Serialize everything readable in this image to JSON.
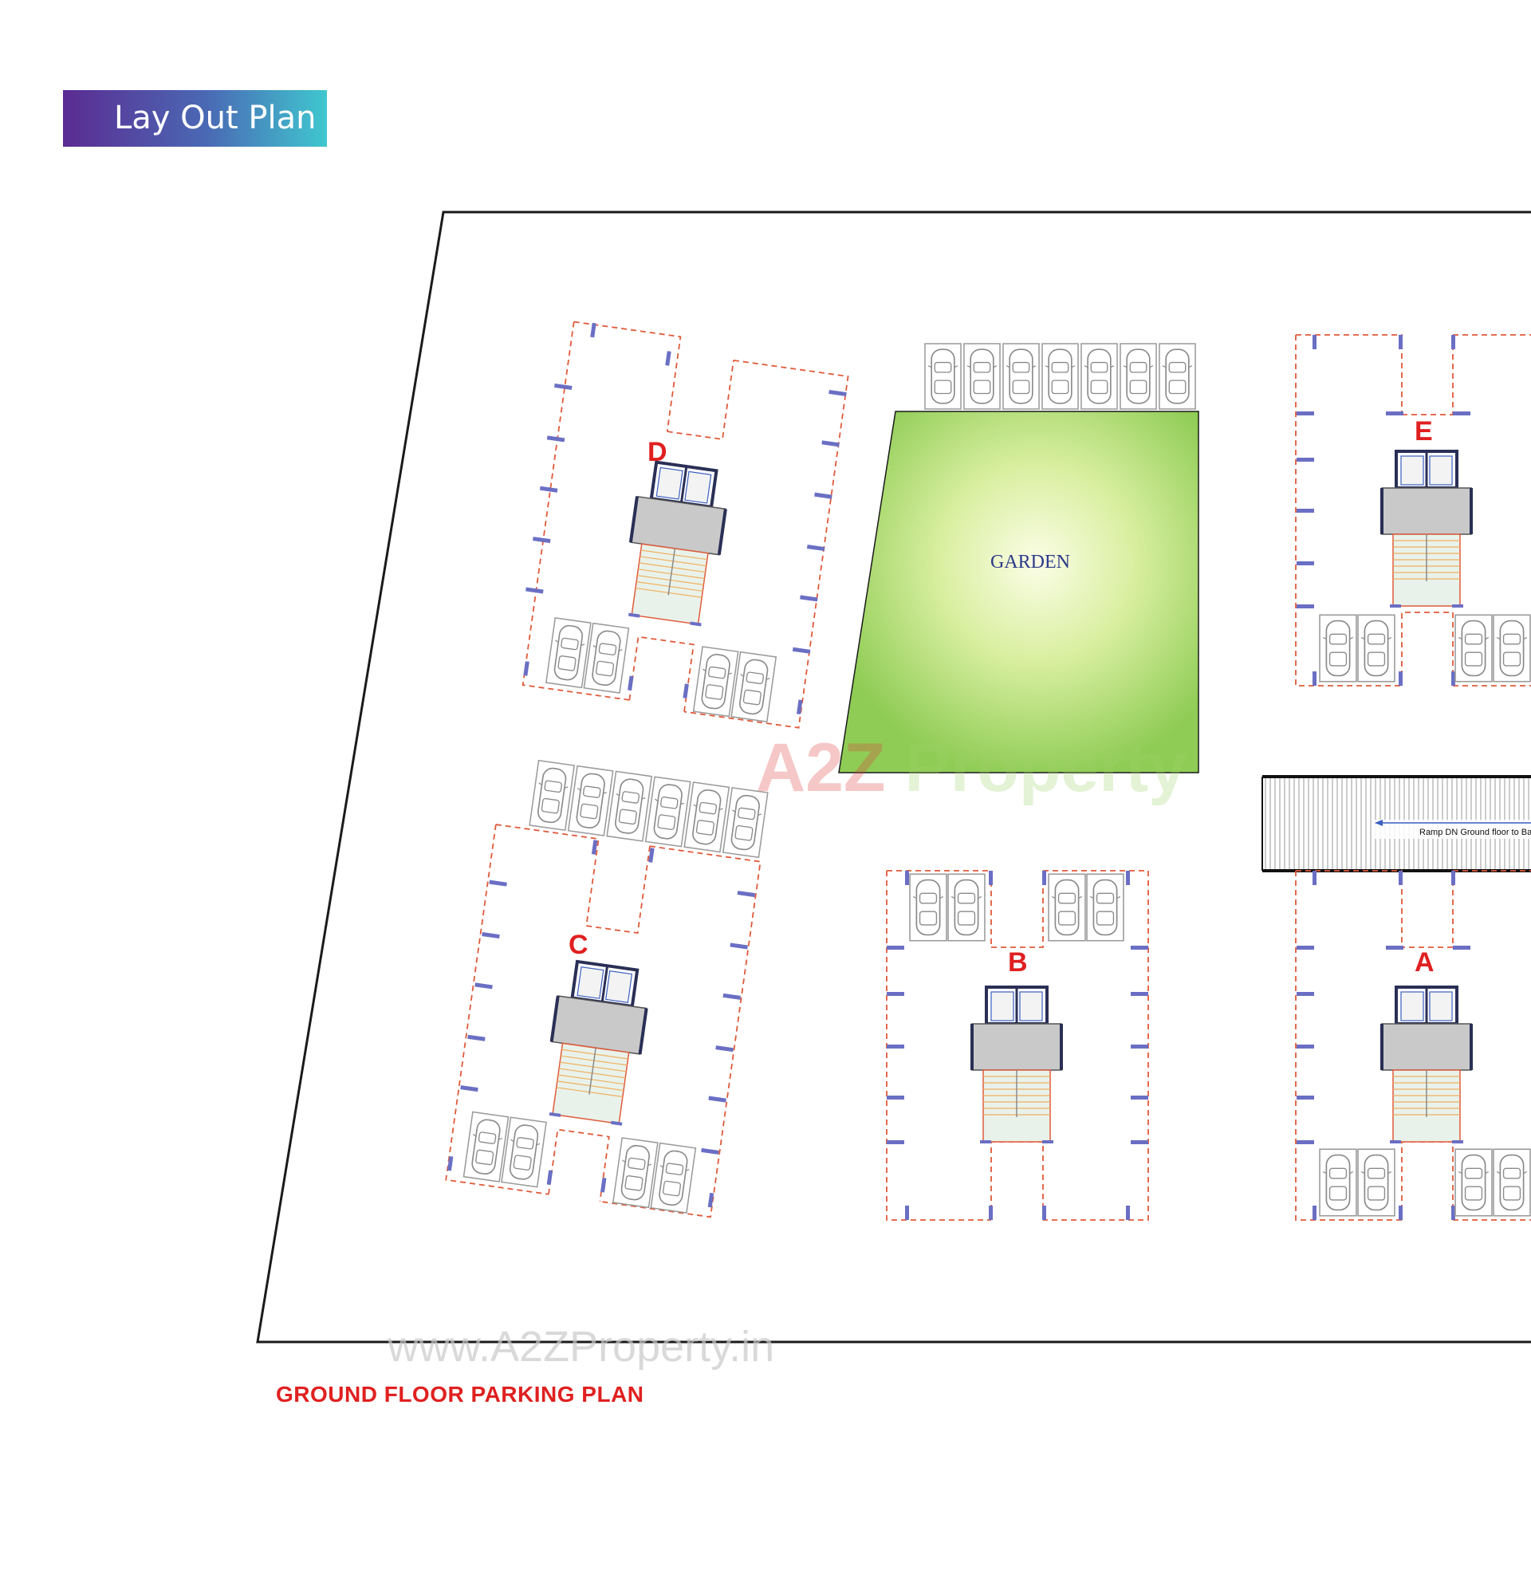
{
  "header": {
    "title": "Lay Out Plan"
  },
  "plan": {
    "title": "GROUND FLOOR PARKING PLAN",
    "garden_label": "GARDEN",
    "ramp_label": "Ramp DN Ground floor to Base. fl",
    "blocks": [
      {
        "id": "D",
        "label": "D"
      },
      {
        "id": "E",
        "label": "E"
      },
      {
        "id": "C",
        "label": "C"
      },
      {
        "id": "B",
        "label": "B"
      },
      {
        "id": "A",
        "label": "A"
      }
    ]
  },
  "watermark": {
    "brand_a2z": "A2Z",
    "brand_property": "Property",
    "url": "www.A2ZProperty.in"
  },
  "colors": {
    "garden": "#8fcc55",
    "block_label": "#e02020",
    "dashed_outline": "#e05a3a",
    "pillar": "#6a6fc4",
    "core": "#c9c9c9"
  }
}
